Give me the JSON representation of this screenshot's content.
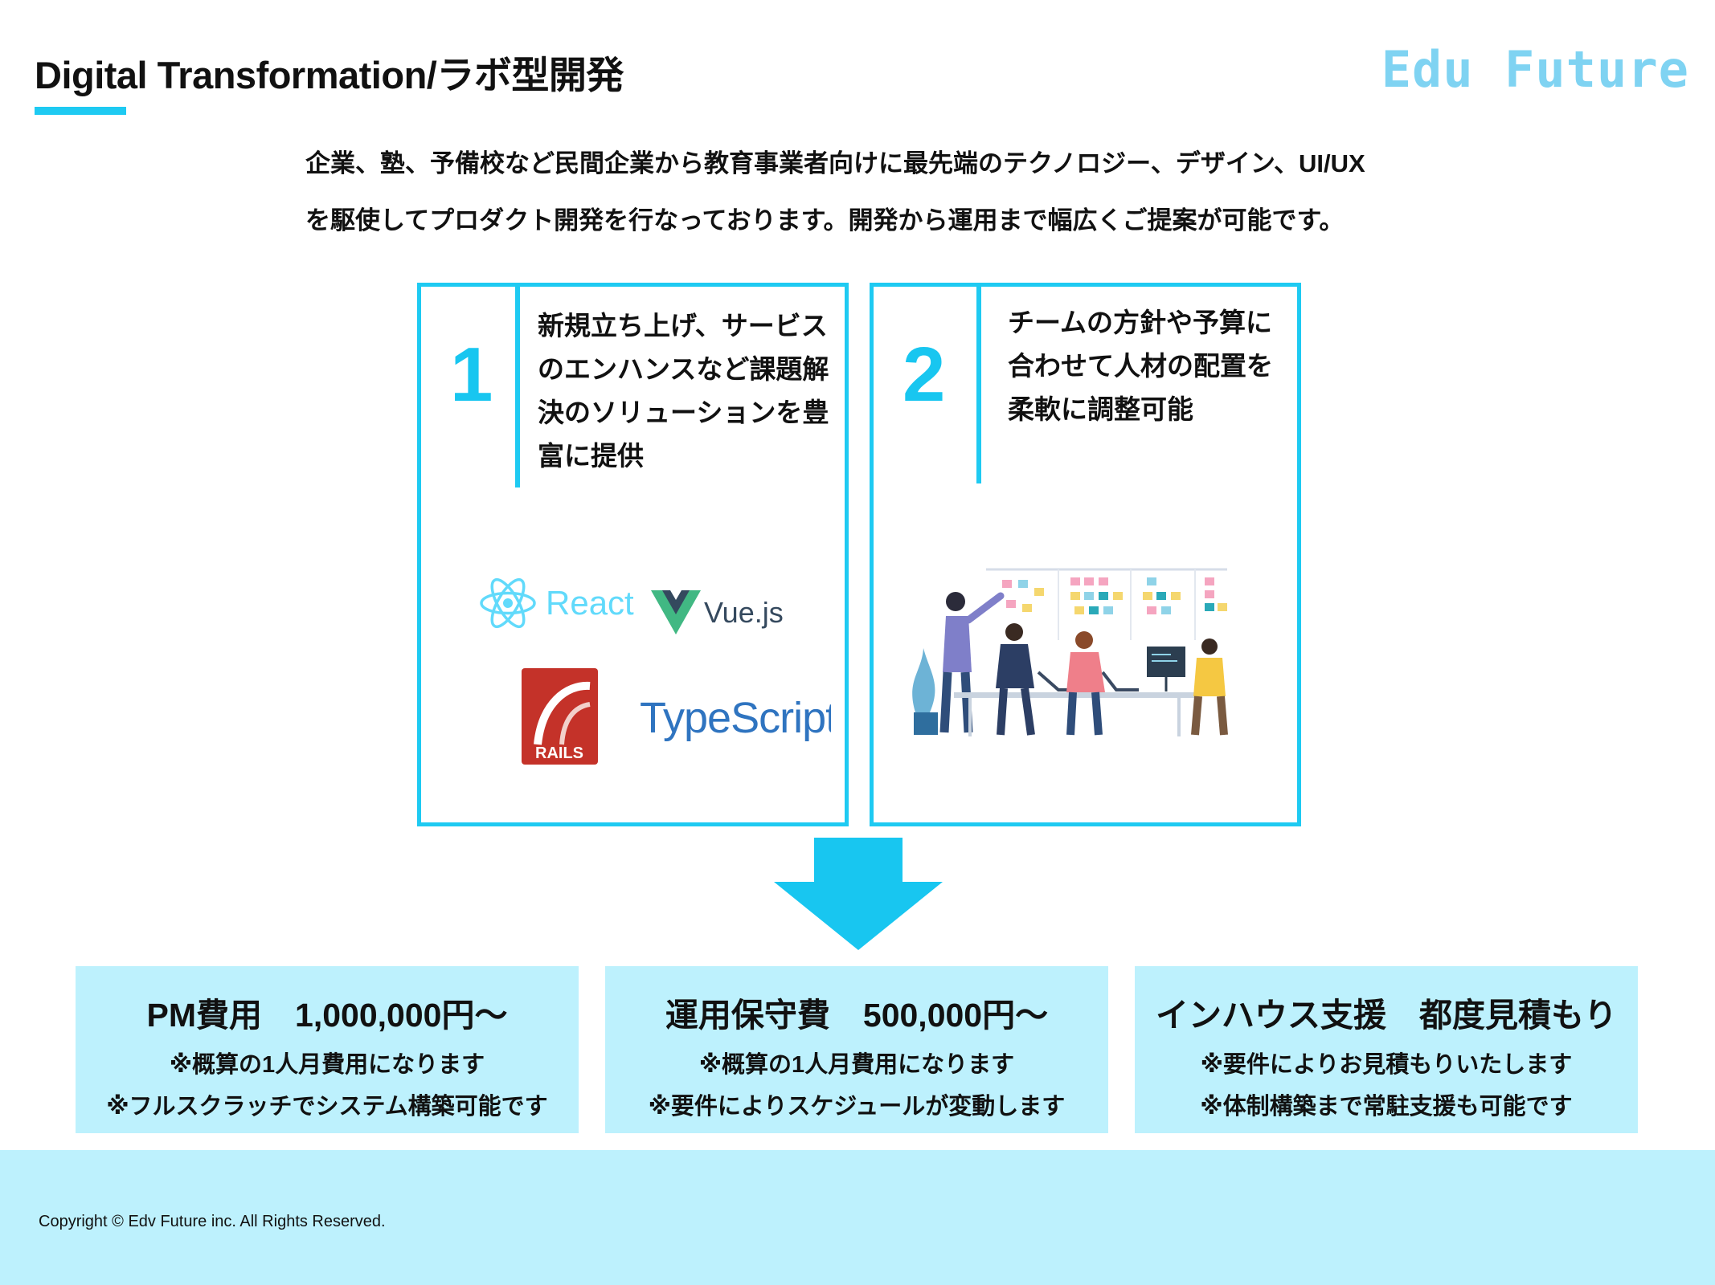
{
  "header": {
    "title": "Digital Transformation/ラボ型開発",
    "logo_text": "Edu Future"
  },
  "intro": {
    "line1": "企業、塾、予備校など民間企業から教育事業者向けに最先端のテクノロジー、デザイン、UI/UX",
    "line2": "を駆使してプロダクト開発を行なっております。開発から運用まで幅広くご提案が可能です。"
  },
  "cards": [
    {
      "number": "1",
      "text": "新規立ち上げ、サービスのエンハンスなど課題解決のソリューションを豊富に提供",
      "logos": [
        "React",
        "Vue.js",
        "RAILS",
        "TypeScript"
      ]
    },
    {
      "number": "2",
      "text": "チームの方針や予算に合わせて人材の配置を柔軟に調整可能"
    }
  ],
  "pricing": [
    {
      "heading": "PM費用　1,000,000円〜",
      "notes": [
        "※概算の1人月費用になります",
        "※フルスクラッチでシステム構築可能です"
      ]
    },
    {
      "heading": "運用保守費　500,000円〜",
      "notes": [
        "※概算の1人月費用になります",
        "※要件によりスケジュールが変動します"
      ]
    },
    {
      "heading": "インハウス支援　都度見積もり",
      "notes": [
        "※要件によりお見積もりいたします",
        "※体制構築まで常駐支援も可能です"
      ]
    }
  ],
  "footer": {
    "copyright": "Copyright © Edv Future inc. All Rights Reserved."
  },
  "colors": {
    "accent": "#1ecaf2",
    "light_bg": "#bdf1fd",
    "logo": "#7fd3f2"
  }
}
